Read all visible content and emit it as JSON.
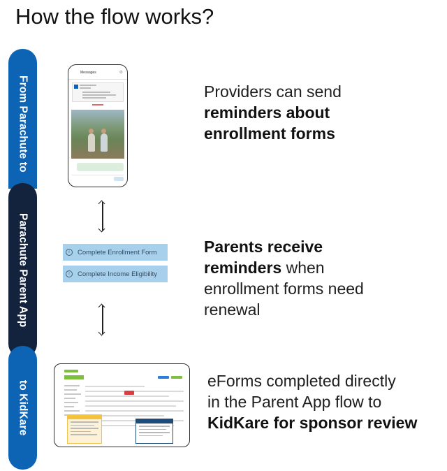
{
  "page": {
    "title": "How the flow works?"
  },
  "flow_bar": {
    "segment_1": "From Parachute to",
    "segment_2": "Parachute Parent App",
    "segment_3": "to KidKare",
    "colors": {
      "blue": "#0d64b5",
      "navy": "#14233d"
    }
  },
  "steps": {
    "step_1": {
      "line_1": "Providers can send",
      "line_2_bold": "reminders about",
      "line_3_bold": "enrollment forms"
    },
    "step_2": {
      "line_1_bold": "Parents receive",
      "line_2_bold": "reminders",
      "line_2_rest": " when",
      "line_3": "enrollment forms need",
      "line_4": "renewal"
    },
    "step_3": {
      "line_1": "eForms completed directly",
      "line_2": "in the Parent App flow to",
      "line_3_bold": "KidKare for sponsor review"
    }
  },
  "reminders": {
    "item_1": "Complete Enrollment Form",
    "item_2": "Complete Income Eligibility",
    "icon": "info-circle-icon"
  },
  "mockups": {
    "phone_header": "Messages"
  }
}
